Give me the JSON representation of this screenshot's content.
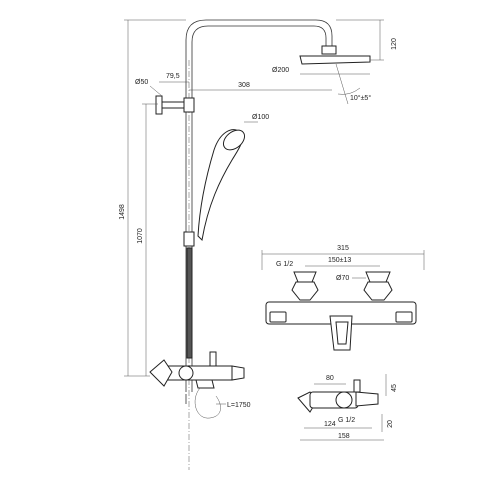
{
  "labels": {
    "dia_head": "Ø200",
    "dim_head_drop": "120",
    "dim_arm": "308",
    "dia_wall": "Ø50",
    "dim_offset": "79,5",
    "dia_hand": "Ø100",
    "tilt": "10°±5°",
    "dim_total": "1498",
    "dim_lower": "1070",
    "hose": "L=1750",
    "dim_mixer_width": "315",
    "thread_front": "G 1/2",
    "dim_centres": "150±13",
    "dia_flange": "Ø70",
    "dim_side_80": "80",
    "dim_side_45": "45",
    "thread_side": "G 1/2",
    "dim_side_124": "124",
    "dim_side_20": "20",
    "dim_side_158": "158"
  },
  "colors": {
    "line": "#333333",
    "fill_dark": "#555555"
  }
}
